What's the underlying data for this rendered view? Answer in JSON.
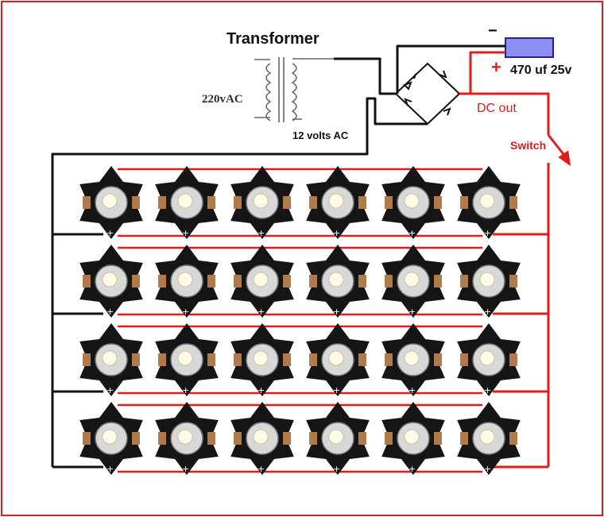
{
  "labels": {
    "title": "Transformer",
    "input_voltage": "220vAC",
    "output_voltage": "12 volts AC",
    "capacitor": "470 uf 25v",
    "dc_out": "DC out",
    "switch": "Switch",
    "cap_plus": "+",
    "cap_minus": "−"
  },
  "led_array": {
    "rows": 4,
    "columns": 6
  },
  "colors": {
    "positive_wire": "#e21b1b",
    "negative_wire": "#111111",
    "capacitor_body": "#8f8ff2",
    "led_board": "#151515",
    "led_pad": "#b07a4a",
    "transformer_coil": "#666666"
  }
}
